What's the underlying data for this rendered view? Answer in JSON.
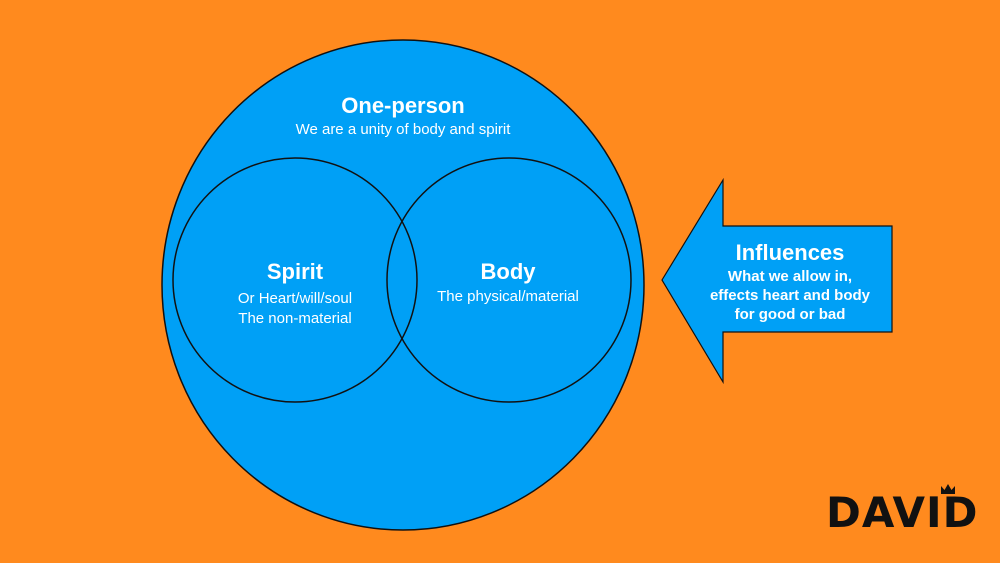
{
  "colors": {
    "background": "#FF8A1E",
    "circle_fill": "#00A0F6",
    "stroke": "#111111",
    "text": "#FFFFFF"
  },
  "outer": {
    "title": "One-person",
    "subtitle": "We are a unity of body and spirit"
  },
  "spirit": {
    "title": "Spirit",
    "line1": "Or Heart/will/soul",
    "line2": "The non-material"
  },
  "body": {
    "title": "Body",
    "subtitle": "The physical/material"
  },
  "influences": {
    "title": "Influences",
    "line1": "What we allow in,",
    "line2": "effects heart and body",
    "line3": "for good or bad"
  },
  "logo": {
    "text": "DAVID",
    "mark": "crown-icon"
  }
}
